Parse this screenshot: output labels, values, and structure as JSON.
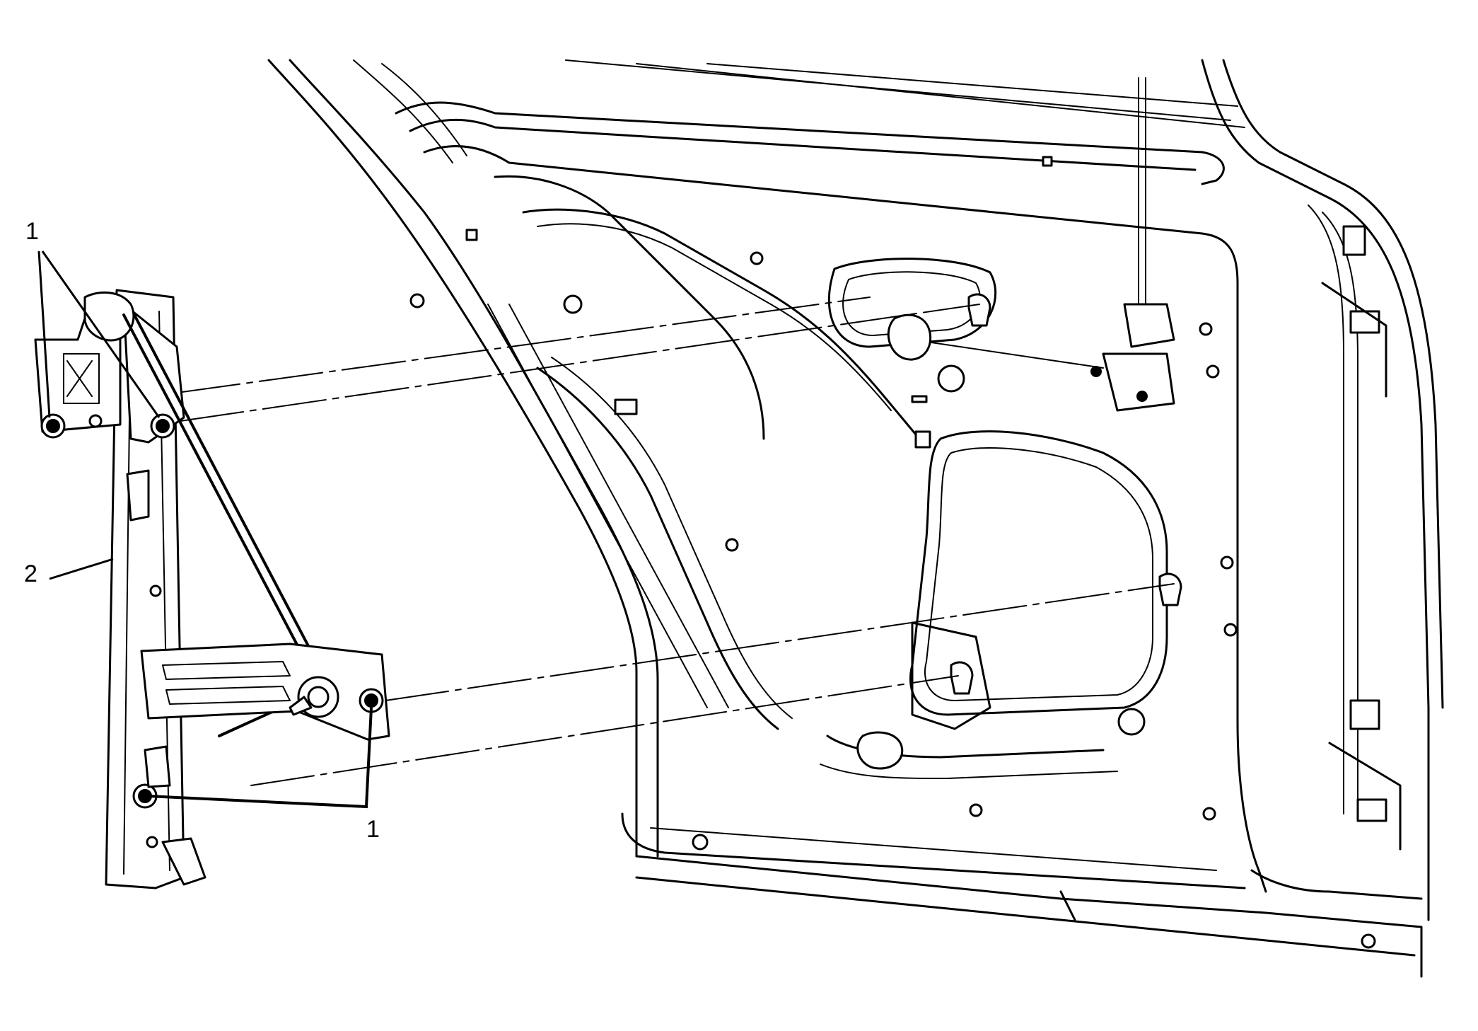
{
  "callouts": [
    {
      "id": "c1-top",
      "text": "1"
    },
    {
      "id": "c2",
      "text": "2"
    },
    {
      "id": "c1-bottom",
      "text": "1"
    }
  ]
}
